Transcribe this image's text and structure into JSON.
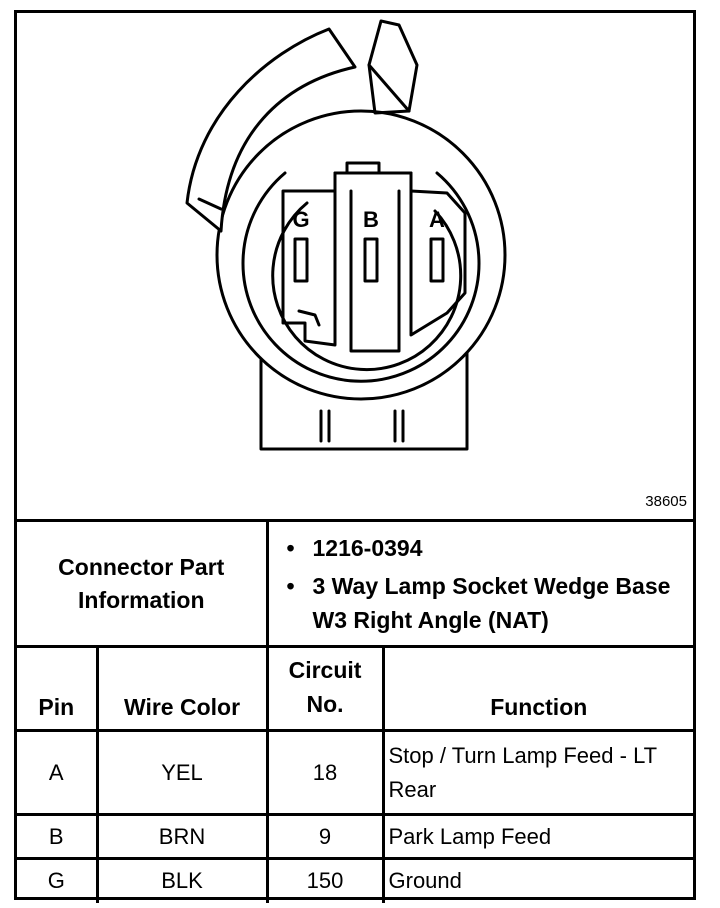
{
  "figure_number": "38605",
  "pins": [
    {
      "label": "G"
    },
    {
      "label": "B"
    },
    {
      "label": "A"
    }
  ],
  "connector": {
    "label": "Connector Part Information",
    "items": [
      "1216-0394",
      "3 Way Lamp Socket Wedge Base W3 Right Angle (NAT)"
    ]
  },
  "table": {
    "headers": {
      "pin": "Pin",
      "wire_color": "Wire Color",
      "circuit": "Circuit No.",
      "function": "Function"
    },
    "rows": [
      {
        "pin": "A",
        "wire_color": "YEL",
        "circuit": "18",
        "function": "Stop / Turn Lamp Feed - LT Rear"
      },
      {
        "pin": "B",
        "wire_color": "BRN",
        "circuit": "9",
        "function": "Park Lamp Feed"
      },
      {
        "pin": "G",
        "wire_color": "BLK",
        "circuit": "150",
        "function": "Ground"
      }
    ]
  }
}
